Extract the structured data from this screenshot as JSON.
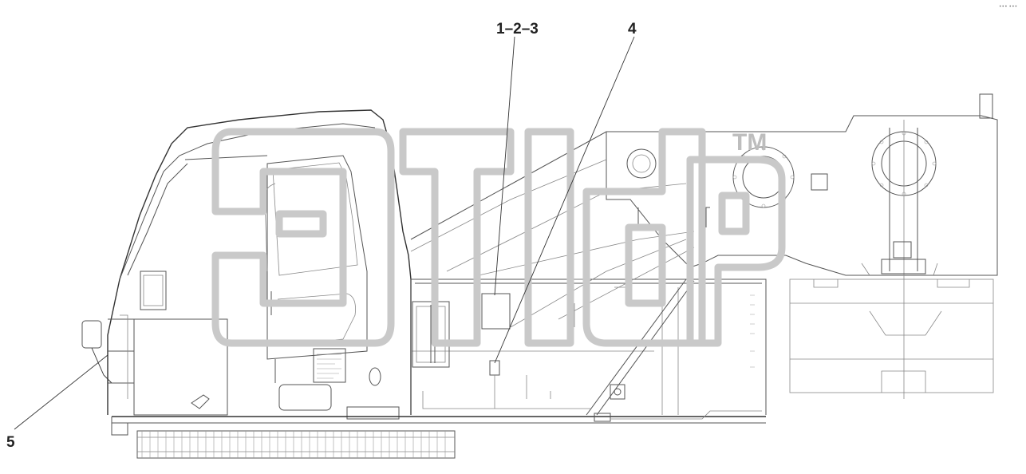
{
  "callouts": {
    "c123": "1–2–3",
    "c4": "4",
    "c5": "5"
  },
  "watermark": {
    "trademark": "TM"
  },
  "corner_mark": "•••  •••",
  "colors": {
    "line": "#555555",
    "watermark": "#c9c9c9",
    "text": "#222222"
  }
}
